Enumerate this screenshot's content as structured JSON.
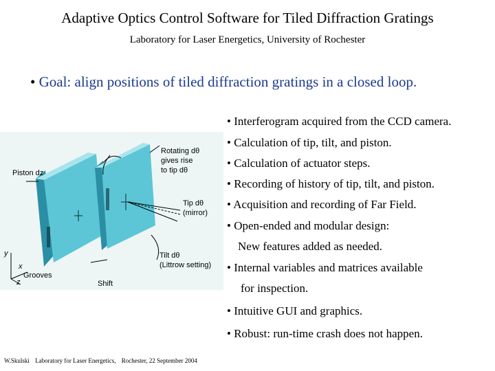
{
  "header": {
    "title": "Adaptive Optics Control Software for Tiled Diffraction Gratings",
    "subtitle": "Laboratory for Laser Energetics, University of Rochester"
  },
  "goal": {
    "bullet": "•",
    "text": "Goal: align positions of tiled diffraction gratings in a closed loop."
  },
  "bullets": [
    "• Interferogram acquired from the CCD camera.",
    "• Calculation of tip, tilt, and piston.",
    "• Calculation of actuator steps.",
    "• Recording of history of tip, tilt, and piston.",
    "• Acquisition and recording of Far Field.",
    "• Open-ended and modular design:",
    "New features added as needed.",
    "• Internal variables and matrices available",
    "for inspection.",
    "• Intuitive GUI and graphics.",
    "• Robust: run-time crash does not happen."
  ],
  "figure": {
    "piston_label": "Piston dz",
    "rotating_label_1": "Rotating dθ",
    "rotating_label_2": "gives rise",
    "rotating_label_3": "to tip dθ",
    "tip_label_1": "Tip dθ",
    "tip_label_2": "(mirror)",
    "tilt_label_1": "Tilt dθ",
    "tilt_label_2": "(Littrow setting)",
    "grooves_label": "Grooves",
    "shift_label": "Shift",
    "axis_y": "y",
    "axis_x": "x",
    "axis_z": "z",
    "colors": {
      "grating": "#5cc6d6",
      "grating_dark": "#2a8fa5",
      "grating_light": "#a9e4ec"
    }
  },
  "footer": {
    "author": "W.Skulski",
    "lab": "Laboratory for Laser Energetics,",
    "place_date": "Rochester, 22 September 2004"
  }
}
